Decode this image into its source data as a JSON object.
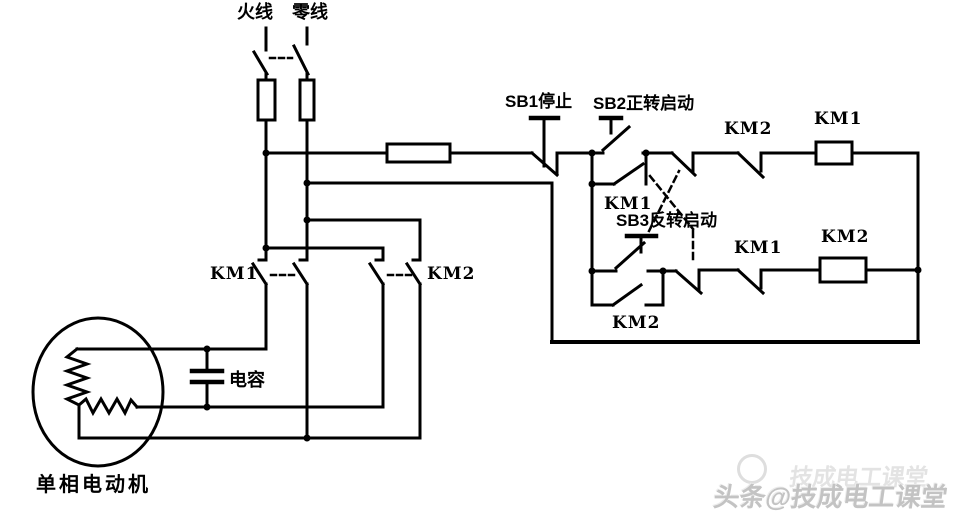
{
  "diagram": {
    "power": {
      "live_label": "火线",
      "neutral_label": "零线",
      "km1_contacts_label": "KM1",
      "km2_contacts_label": "KM2",
      "capacitor_label": "电容",
      "motor_label": "单相电动机"
    },
    "control": {
      "sb1_label": "SB1停止",
      "sb2_label": "SB2正转启动",
      "sb3_label": "SB3反转启动",
      "km1_selfhold_label": "KM1",
      "km2_selfhold_label": "KM2",
      "km2_interlock_label": "KM2",
      "km1_interlock_label": "KM1",
      "km1_coil_label": "KM1",
      "km2_coil_label": "KM2"
    },
    "watermark": {
      "main": "头条@技成电工课堂",
      "echo": "技成电工课堂"
    },
    "colors": {
      "line": "#000000",
      "background": "#ffffff",
      "watermark": "#c3c3c3",
      "watermark_echo": "#e3e3e3"
    }
  }
}
